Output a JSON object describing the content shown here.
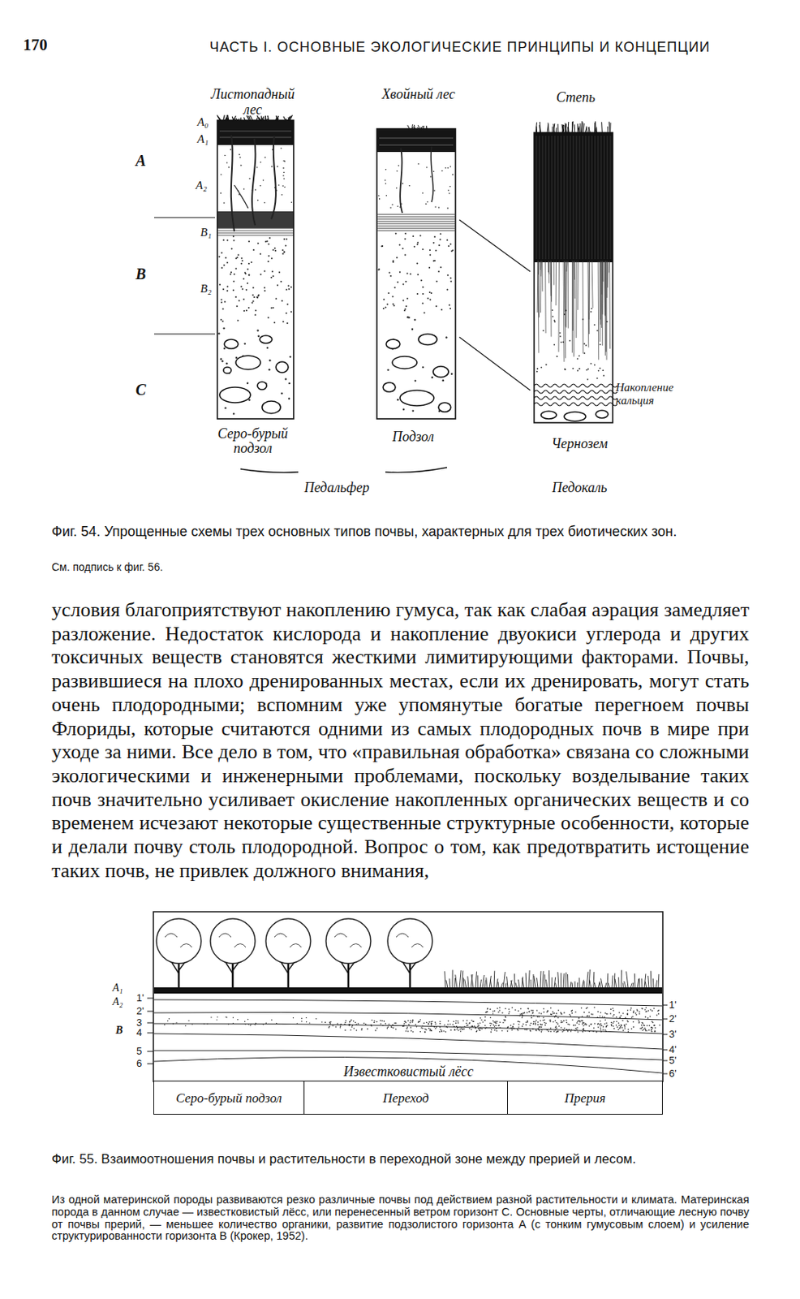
{
  "diagram": {
    "nodes": [
      {
        "text": [
          "Серо-бурый подзол"
        ]
      },
      {
        "text": [
          "Переход"
        ]
      },
      {
        "text": [
          "Прерия"
        ]
      }
    ],
    "labels": [
      "170",
      "ЧАСТЬ I. ОСНОВНЫЕ ЭКОЛОГИЧЕСКИЕ ПРИНЦИПЫ И КОНЦЕПЦИИ",
      "Листопадный лес",
      "Хвойный лес",
      "Степь",
      "A₀",
      "A₁",
      "A₂",
      "B₁",
      "B₂",
      "A",
      "B",
      "C",
      "Накопление кальция",
      "Серо-бурый подзол",
      "Подзол",
      "Чернозем",
      "Педальфер",
      "Педокаль",
      "Фиг. 54. Упрощенные схемы трех основных типов почвы, характерных для трех биотических зон.",
      "См. подпись к фиг. 56.",
      "условия благоприятствуют накоплению гумуса, так как слабая аэрация замедляет разложение. Недостаток кислорода и накопление двуокиси углерода и других токсичных веществ становятся жесткими лимитирующими факторами. Почвы, развившиеся на плохо дренированных местах, если их дренировать, могут стать очень плодородными; вспомним уже упомянутые богатые перегноем почвы Флориды, которые считаются одними из самых плодородных почв в мире при уходе за ними. Все дело в том, что «правильная обработка» связана со сложными экологическими и инженерными проблемами, поскольку возделывание таких почв значительно усиливает окисление накопленных органических веществ и со временем исчезают некоторые существенные структурные особенности, которые и делали почву столь плодородной. Вопрос о том, как предотвратить истощение таких почв, не привлек должного внимания,",
      "A₁",
      "A₂",
      "B",
      "1'",
      "2'",
      "3",
      "4",
      "5",
      "6",
      "1'",
      "2'",
      "3'",
      "4'",
      "5'",
      "6'",
      "Известковистый лёсс",
      "Фиг. 55. Взаимоотношения почвы и растительности в переходной зоне между прерией и лесом.",
      "Из одной материнской породы развиваются резко различные почвы под действием разной растительности и климата. Материнская порода в данном случае — известковистый лёсс, или перенесенный ветром горизонт С. Основные черты, отличающие лесную почву от почвы прерий, — меньшее количество органики, развитие подзолистого горизонта А (с тонким гумусовым слоем) и усиление структурированности горизонта В (Крокер, 1952)."
    ]
  }
}
